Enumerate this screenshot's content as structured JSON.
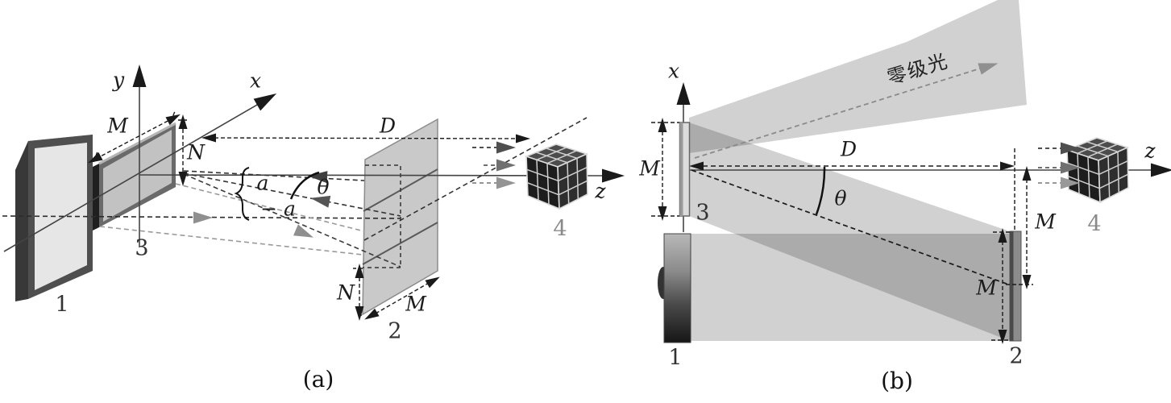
{
  "figure": {
    "panel_a": {
      "caption": "(a)",
      "axes": {
        "x": "x",
        "y": "y",
        "z": "z"
      },
      "dims": {
        "slm_width": "M",
        "slm_height": "N",
        "holo_width": "M",
        "holo_height": "N",
        "distance": "D"
      },
      "angles": {
        "pos": "a",
        "neg": "− a",
        "theta": "θ"
      },
      "parts": {
        "screen": "1",
        "hologram": "2",
        "slm": "3",
        "object": "4"
      }
    },
    "panel_b": {
      "caption": "(b)",
      "axes": {
        "x": "x",
        "z": "z"
      },
      "dims": {
        "slm_width": "M",
        "offset": "M",
        "holo_width": "M",
        "distance": "D"
      },
      "angles": {
        "theta": "θ"
      },
      "beams": {
        "zero_order": "零级光"
      },
      "parts": {
        "source": "1",
        "hologram": "2",
        "slm": "3",
        "object": "4"
      }
    },
    "colors": {
      "background": "#ffffff",
      "beam_gray": "rgba(0,0,0,0.18)",
      "line_black": "#1a1a1a",
      "hologram_gray": "#c9c9c9",
      "ray_gray": "#8f8f8f"
    }
  }
}
